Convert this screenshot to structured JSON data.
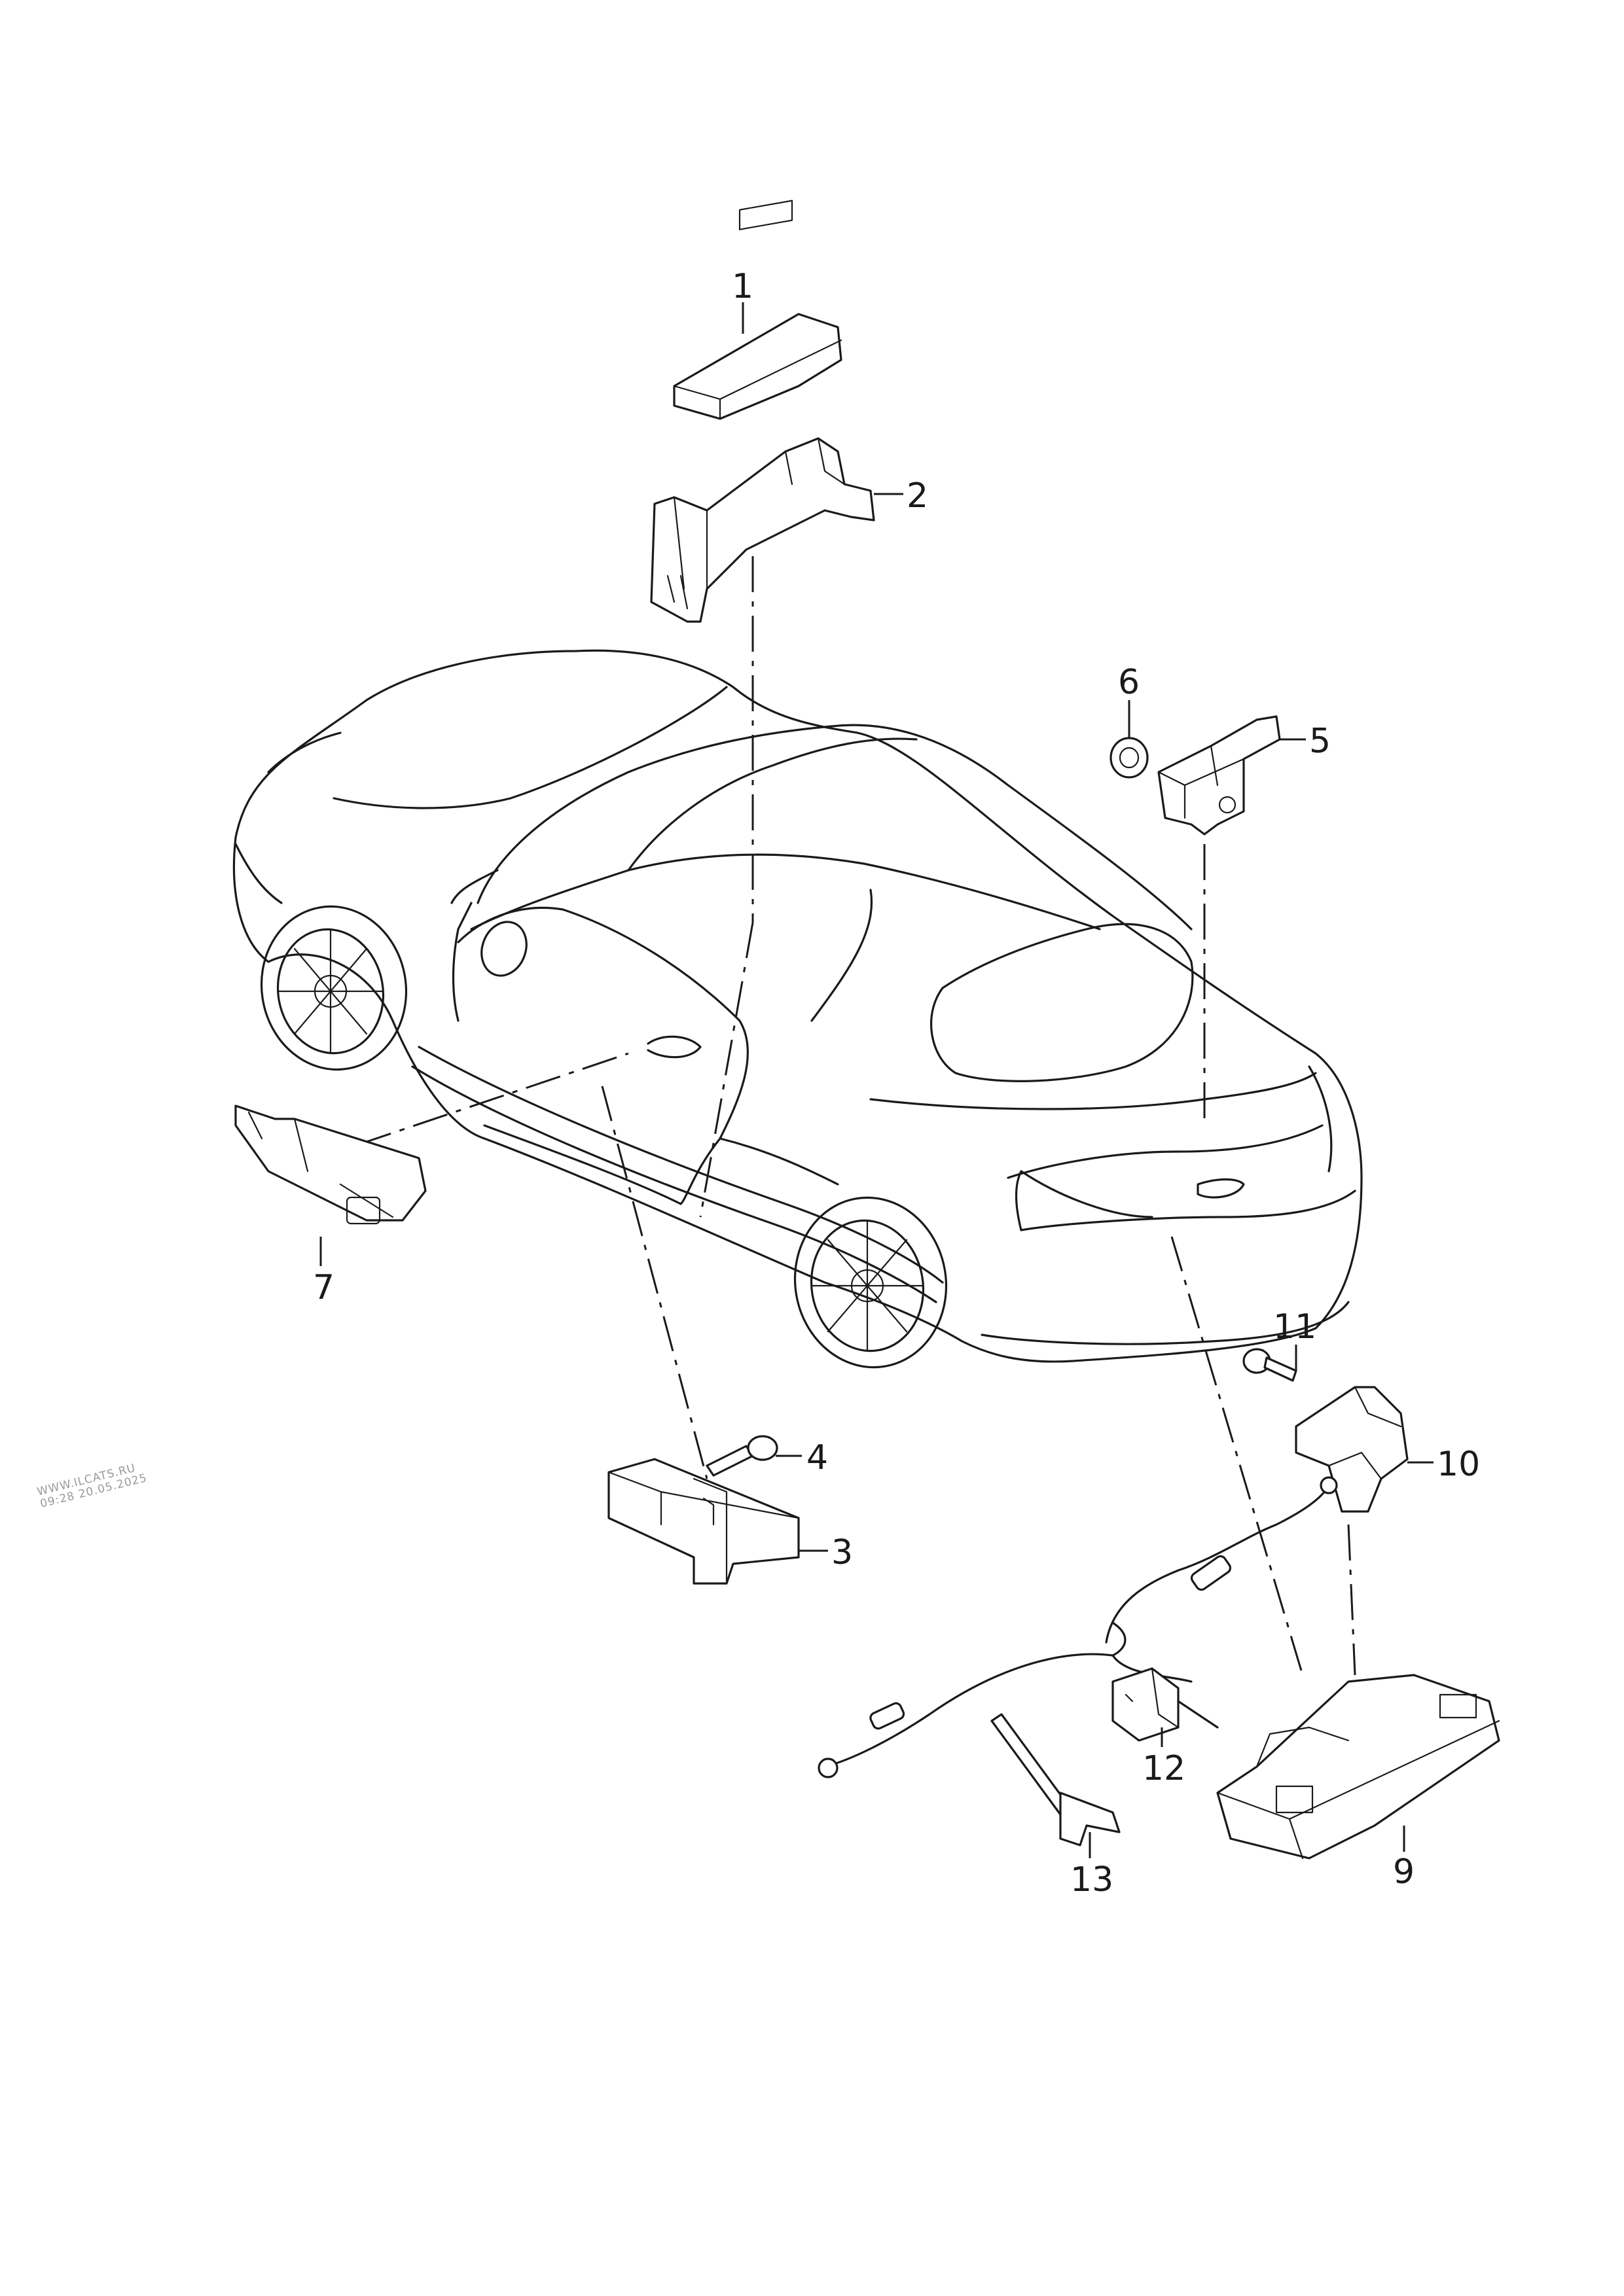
{
  "callouts": [
    {
      "id": "1",
      "label": "1"
    },
    {
      "id": "2",
      "label": "2"
    },
    {
      "id": "3",
      "label": "3"
    },
    {
      "id": "4",
      "label": "4"
    },
    {
      "id": "5",
      "label": "5"
    },
    {
      "id": "6",
      "label": "6"
    },
    {
      "id": "7",
      "label": "7"
    },
    {
      "id": "9",
      "label": "9"
    },
    {
      "id": "10",
      "label": "10"
    },
    {
      "id": "11",
      "label": "11"
    },
    {
      "id": "12",
      "label": "12"
    },
    {
      "id": "13",
      "label": "13"
    }
  ],
  "watermark": {
    "line1": "WWW.ILCATS.RU",
    "line2": "09:28 20.05.2025"
  }
}
